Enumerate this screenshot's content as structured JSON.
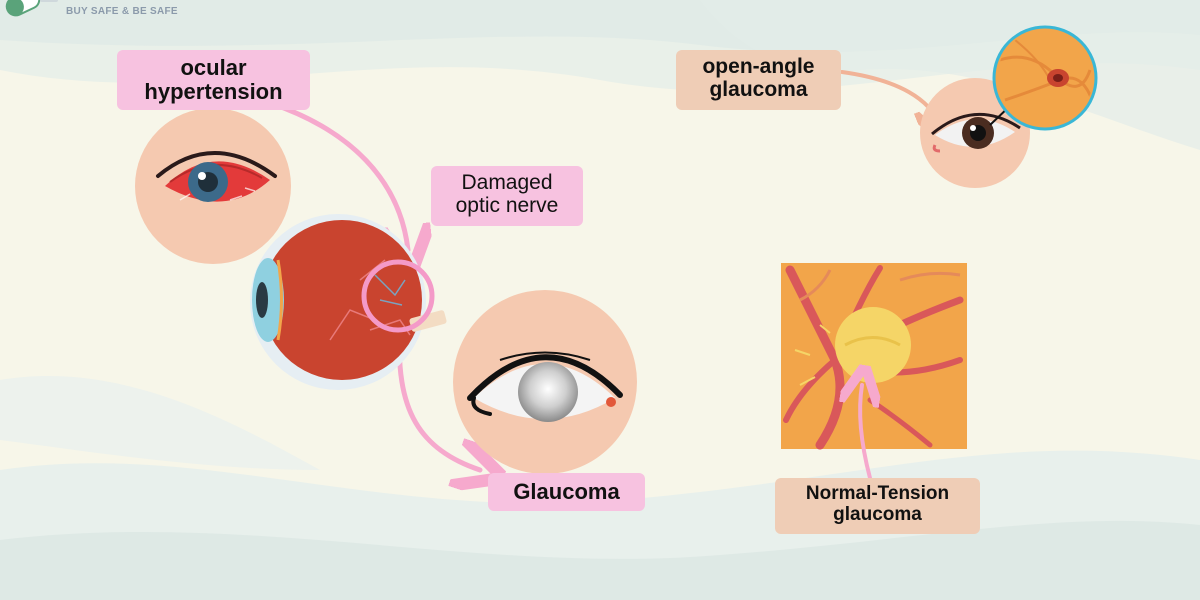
{
  "brand": {
    "tagline": "BUY SAFE & BE SAFE",
    "colors": {
      "accent_green": "#5aa37a",
      "tagline_gray": "#8b9aab"
    }
  },
  "labels": {
    "ocular_hypertension": [
      "ocular",
      "hypertension"
    ],
    "damaged_optic_nerve": [
      "Damaged",
      "optic nerve"
    ],
    "glaucoma": "Glaucoma",
    "open_angle": [
      "open-angle",
      "glaucoma"
    ],
    "normal_tension": [
      "Normal-Tension",
      "glaucoma"
    ]
  },
  "colors": {
    "background": "#f7f6e9",
    "pink_label": "#f7c2e0",
    "tan_label": "#efcdb6",
    "arrow_pink": "#f6a9cd",
    "arrow_tan": "#f1b397",
    "skin": "#f5c9b0",
    "eyeball_red": "#c9442f",
    "retina_orange": "#f2a54a",
    "vessel_red": "#d9585a",
    "optic_disc": "#f5d567",
    "lens_blue": "#8fd0e0"
  }
}
